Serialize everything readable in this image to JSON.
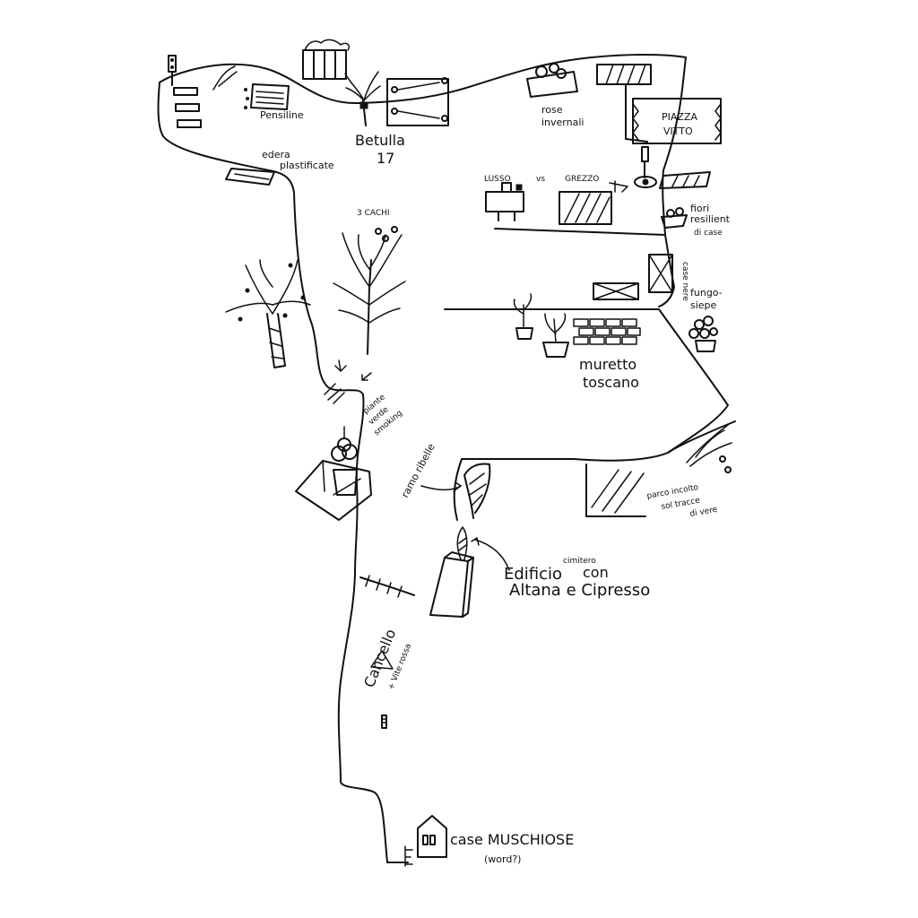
{
  "map": {
    "labels": {
      "pensiline": "Pensiline",
      "betulla": "Betulla",
      "betulla_number": "17",
      "rose_line1": "rose",
      "rose_line2": "invernali",
      "piazza_line1": "PIAZZA",
      "piazza_line2": "VITTO",
      "edera_line1": "edera",
      "edera_line2": "plastificate",
      "lusso": "LUSSO",
      "vs": "vs",
      "grezzo": "GREZZO",
      "fiori_line1": "fiori",
      "fiori_line2": "resilient",
      "fiori_line3": "di case",
      "cachi": "3 CACHI",
      "case_nere": "case nere",
      "fungo_line1": "fungo-",
      "fungo_line2": "siepe",
      "muretto_line1": "muretto",
      "muretto_line2": "toscano",
      "piante_line1": "piante",
      "piante_line2": "verde",
      "piante_line3": "smoking",
      "ramo_ribelle": "ramo ribelle",
      "parco_line1": "parco incolto",
      "parco_line2": "sol tracce",
      "parco_line3": "di vere",
      "edificio_line1": "Edificio",
      "edificio_cimitero": "cimitero",
      "edificio_con": "con",
      "edificio_line2": "Altana e Cipresso",
      "cancello_line1": "Cancello",
      "cancello_line2": "+ Vite rossa",
      "case_muschiose": "case MUSCHIOSE",
      "word": "(word?)"
    }
  }
}
